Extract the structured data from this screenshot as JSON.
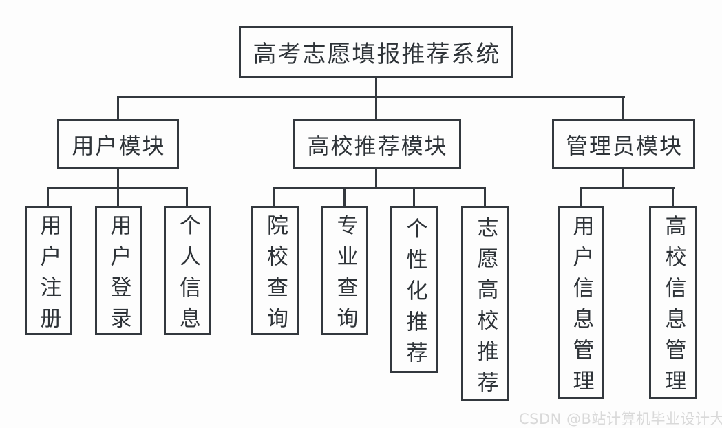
{
  "diagram": {
    "title": "高考志愿填报推荐系统",
    "root": {
      "label": "高考志愿填报推荐系统"
    },
    "modules": [
      {
        "label": "用户模块",
        "children": [
          "用户注册",
          "用户登录",
          "个人信息"
        ]
      },
      {
        "label": "高校推荐模块",
        "children": [
          "院校查询",
          "专业查询",
          "个性化推荐",
          "志愿高校推荐"
        ]
      },
      {
        "label": "管理员模块",
        "children": [
          "用户信息管理",
          "高校信息管理"
        ]
      }
    ]
  },
  "watermark": {
    "text": "CSDN @B站计算机毕业设计大学"
  },
  "colors": {
    "line": "#33383e",
    "text": "#2e3338",
    "background": "#fdfdfd",
    "watermark": "#d9d9d9"
  }
}
